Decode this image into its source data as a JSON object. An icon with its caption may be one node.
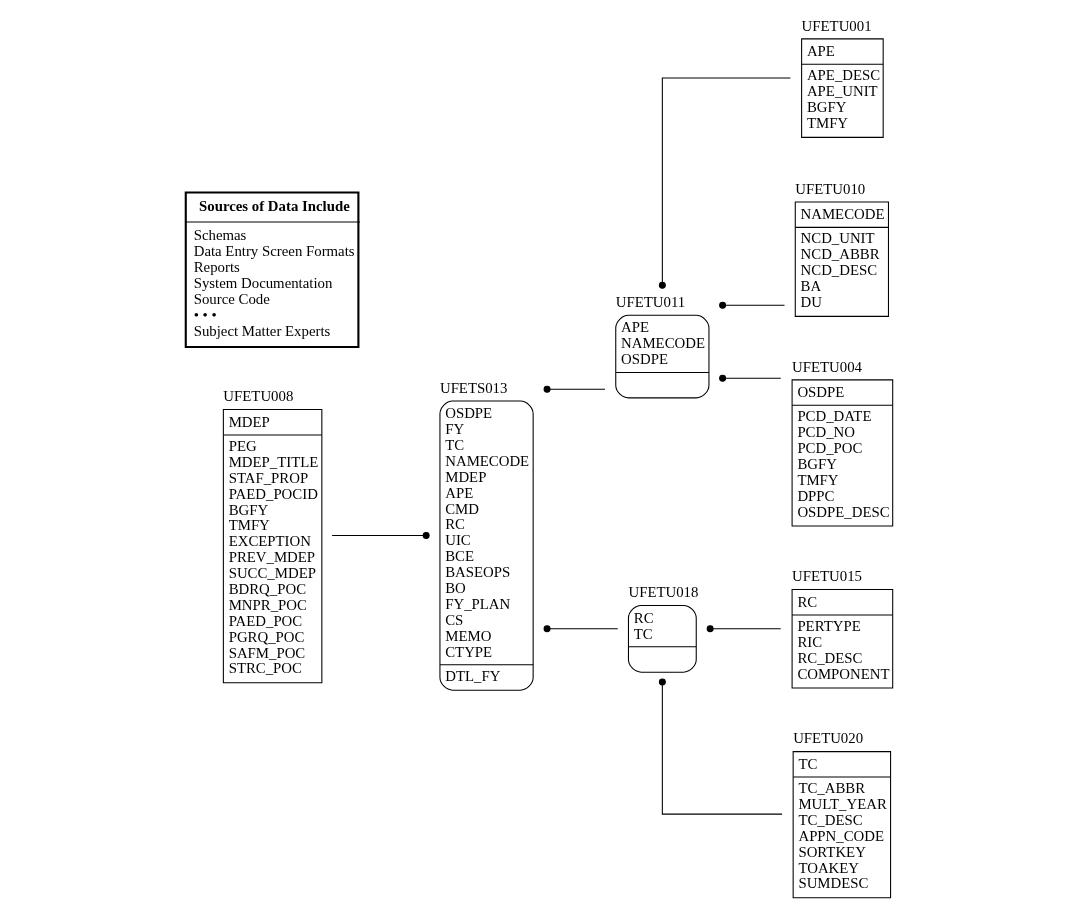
{
  "diagram": {
    "nodes": [
      {
        "text": [
          "UFETU008",
          "MDEP",
          "PEG MDEP_TITLE STAF_PROP PAED_POCID BGFY TMFY EXCEPTION PREV_MDEP SUCC_MDEP BDRQ_POC MNPR_POC PAED_POC PGRQ_POC SAFM_POC STRC_POC"
        ]
      },
      {
        "text": [
          "UFETS013",
          "OSDPE FY TC NAMECODE MDEP APE CMD RC UIC BCE BASEOPS BO FY_PLAN CS MEMO CTYPE",
          "DTL_FY"
        ]
      },
      {
        "text": [
          "UFETU001",
          "APE",
          "APE_DESC APE_UNIT BGFY TMFY"
        ]
      },
      {
        "text": [
          "UFETU011",
          "APE NAMECODE OSDPE"
        ]
      },
      {
        "text": [
          "UFETU010",
          "NAMECODE",
          "NCD_UNIT NCD_ABBR NCD_DESC BA DU"
        ]
      },
      {
        "text": [
          "UFETU018",
          "RC TC"
        ]
      },
      {
        "text": [
          "UFETU004",
          "OSDPE",
          "PCD_DATE PCD_NO PCD_POC BGFY TMFY DPPC OSDPE_DESC"
        ]
      },
      {
        "text": [
          "Sources of Data Include",
          "Schemas",
          "Data Entry Screen Formats",
          "Reports",
          "System Documentation",
          "Source Code",
          "• • •",
          "Subject Matter Experts"
        ]
      },
      {
        "text": [
          "UFETU015",
          "RC",
          "PERTYPE RIC RC_DESC COMPONENT"
        ]
      },
      {
        "text": [
          "UFETU020",
          "TC",
          "TC_ABBR MULT_YEAR TC_DESC APPN_CODE SORTKEY TOAKEY SUMDESC"
        ]
      }
    ],
    "edges": [
      {
        "from": 0,
        "to": 1,
        "arrow": "other"
      },
      {
        "from": 3,
        "to": 1,
        "arrow": "other"
      },
      {
        "from": 5,
        "to": 1,
        "arrow": "other"
      },
      {
        "from": 2,
        "to": 3,
        "arrow": "other"
      },
      {
        "from": 4,
        "to": 3,
        "arrow": "other"
      },
      {
        "from": 6,
        "to": 3,
        "arrow": "other"
      },
      {
        "from": 8,
        "to": 5,
        "arrow": "other"
      },
      {
        "from": 9,
        "to": 5,
        "arrow": "other"
      }
    ]
  }
}
